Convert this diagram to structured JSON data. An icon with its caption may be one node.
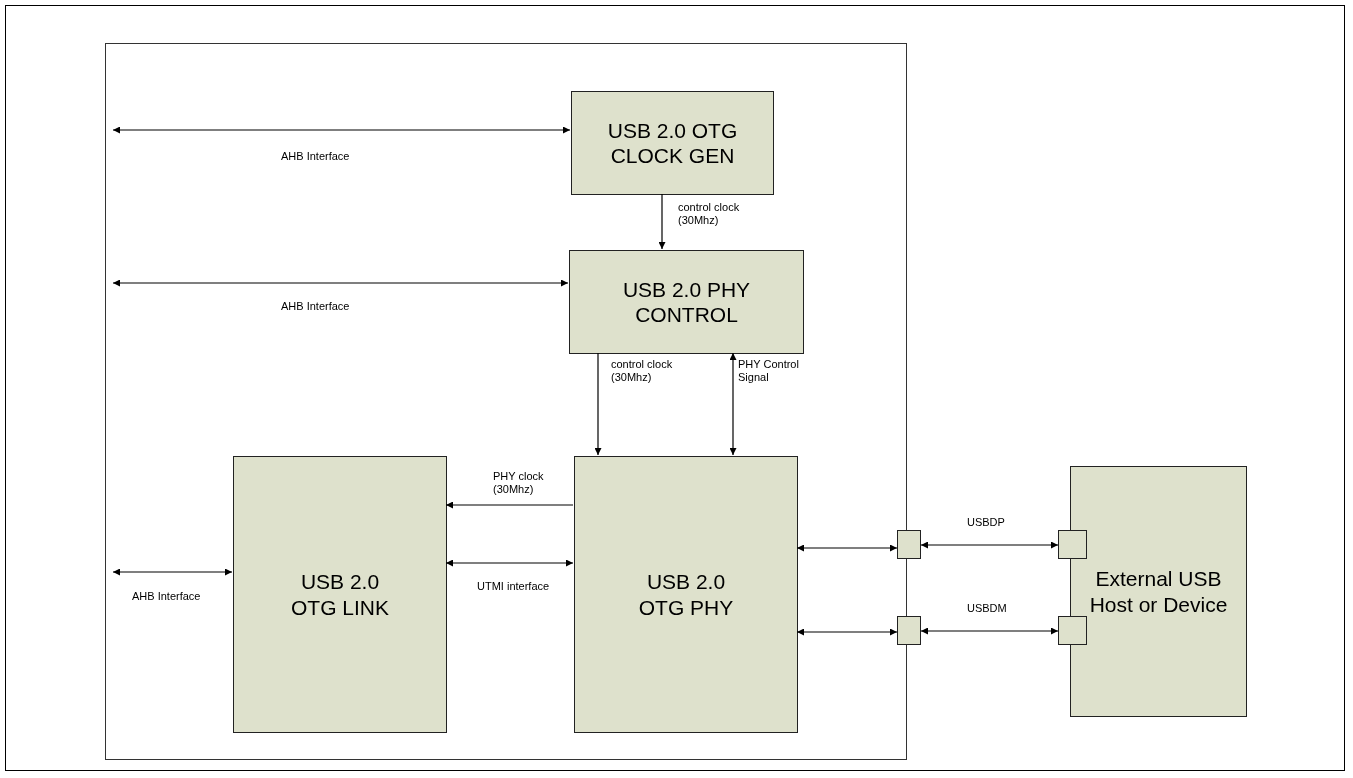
{
  "diagram": {
    "nodes": [
      {
        "text": [],
        "shape": "box"
      },
      {
        "text": [
          "USB 2.0 OTG CLOCK GEN"
        ],
        "in": 0
      },
      {
        "text": [
          "USB 2.0 PHY CONTROL"
        ],
        "in": 0
      },
      {
        "text": [
          "USB 2.0 OTG LINK"
        ],
        "in": 0
      },
      {
        "text": [
          "USB 2.0 OTG PHY"
        ],
        "in": 0
      },
      {
        "text": [],
        "shape": "box"
      },
      {
        "text": [],
        "shape": "box"
      },
      {
        "text": [
          "External USB Host or Device"
        ]
      },
      {
        "text": [],
        "shape": "box"
      },
      {
        "text": [],
        "shape": "box"
      }
    ],
    "edges": [
      {
        "from": null,
        "to": 1,
        "arrow": "both",
        "label": "AHB Interface"
      },
      {
        "from": 1,
        "to": 2,
        "arrow": "to",
        "label": "control clock (30Mhz)"
      },
      {
        "from": null,
        "to": 2,
        "arrow": "both",
        "label": "AHB Interface"
      },
      {
        "from": 2,
        "to": 4,
        "arrow": "to",
        "label": "control clock (30Mhz)"
      },
      {
        "from": 2,
        "to": 4,
        "arrow": "both",
        "label": "PHY Control Signal"
      },
      {
        "from": 4,
        "to": 3,
        "arrow": "to",
        "label": "PHY clock (30Mhz)"
      },
      {
        "from": 3,
        "to": 4,
        "arrow": "both",
        "label": "UTMI interface"
      },
      {
        "from": null,
        "to": 3,
        "arrow": "both",
        "label": "AHB Interface"
      },
      {
        "from": 4,
        "to": 5,
        "arrow": "both"
      },
      {
        "from": 4,
        "to": 6,
        "arrow": "both"
      },
      {
        "from": 5,
        "to": 8,
        "arrow": "both",
        "label": "USBDP"
      },
      {
        "from": 6,
        "to": 9,
        "arrow": "both",
        "label": "USBDM"
      }
    ]
  }
}
